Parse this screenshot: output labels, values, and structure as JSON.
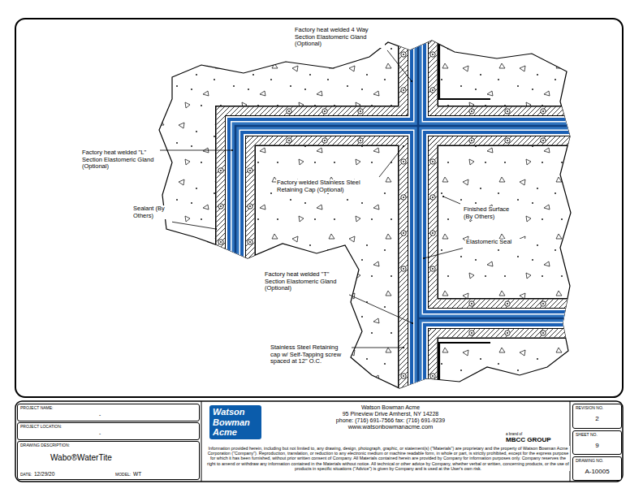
{
  "diagram": {
    "nodes": [
      {
        "text": [
          "PROJECT NAME:",
          "-"
        ]
      },
      {
        "text": [
          "PROJECT LOCATION:",
          "-"
        ]
      },
      {
        "text": [
          "DRAWING DESCRIPTION:",
          "Wabo®WaterTite",
          "DATE:",
          "12/29/20",
          "MODEL:",
          "WT"
        ]
      },
      {
        "text": [
          "Watson Bowman Acme"
        ]
      },
      {
        "text": [
          "REVISION NO.",
          "2"
        ]
      },
      {
        "text": [
          "SHEET NO.",
          "9"
        ]
      },
      {
        "text": [
          "DRAWING NO.",
          "A-10005"
        ]
      }
    ],
    "edges": [],
    "labels": [
      "Factory heat welded 4 Way Section Elastomeric Gland (Optional)",
      "Factory heat welded \"L\" Section Elastomeric Gland (Optional)",
      "Factory welded Stainless Steel Retaining Cap (Optional)",
      "Sealant (By Others)",
      "Finished Surface (By Others)",
      "Elastomeric Seal",
      "Factory heat welded \"T\" Section Elastomeric Gland (Optional)",
      "Stainless Steel Retaining cap w/ Self-Tapping screw spaced at 12\" O.C.",
      "Watson Bowman Acme",
      "95 Pineview Drive Amherst, NY 14228",
      "phone: (716) 691-7566 fax: (716) 691-9239",
      "www.watsonbowmanacme.com",
      "a brand of",
      "MBCC GROUP",
      "Information provided herein, including but not limited to, any drawing, design, photograph, graphic, or statement(s) (\"Materials\") are proprietary and the property of Watson Bowman Acme Corporation (\"Company\"). Reproduction, translation, or reduction to any electronic medium or machine readable form, in whole or part, is strictly prohibited, except for the express purpose for which it has been furnished, without prior written consent of Company. All Materials contained herein are provided by Company for information purposes only. Company reserves the right to amend or withdraw any information contained in the Materials without notice. All technical or other advice by Company, whether verbal or written, concerning products, or the use of products in specific situations (\"Advice\") is given by Company and is used at the User's own risk."
    ]
  }
}
